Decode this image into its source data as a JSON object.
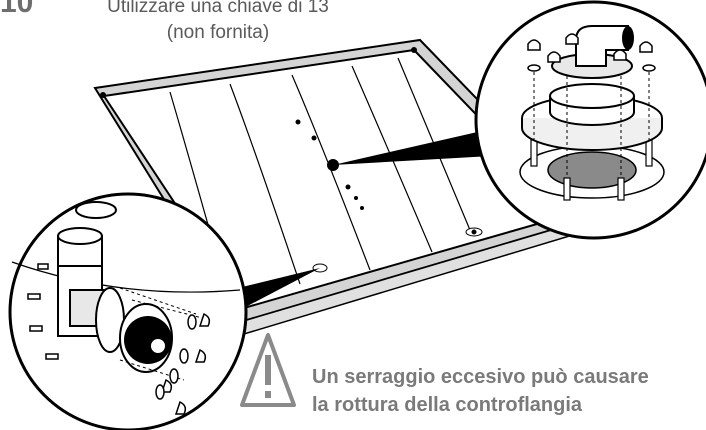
{
  "step": {
    "number": "10"
  },
  "caption": {
    "line1": "Utilizzare una chiave di 13",
    "line2": "(non fornita)"
  },
  "warning": {
    "line1": "Un serraggio eccesivo può causare",
    "line2": "la rottura della controflangia",
    "icon": "warning-triangle-icon"
  },
  "colors": {
    "ink": "#000000",
    "text_gray": "#6e6e6e",
    "pool_frame": "#c8c8c8",
    "liner": "#ffffff"
  }
}
